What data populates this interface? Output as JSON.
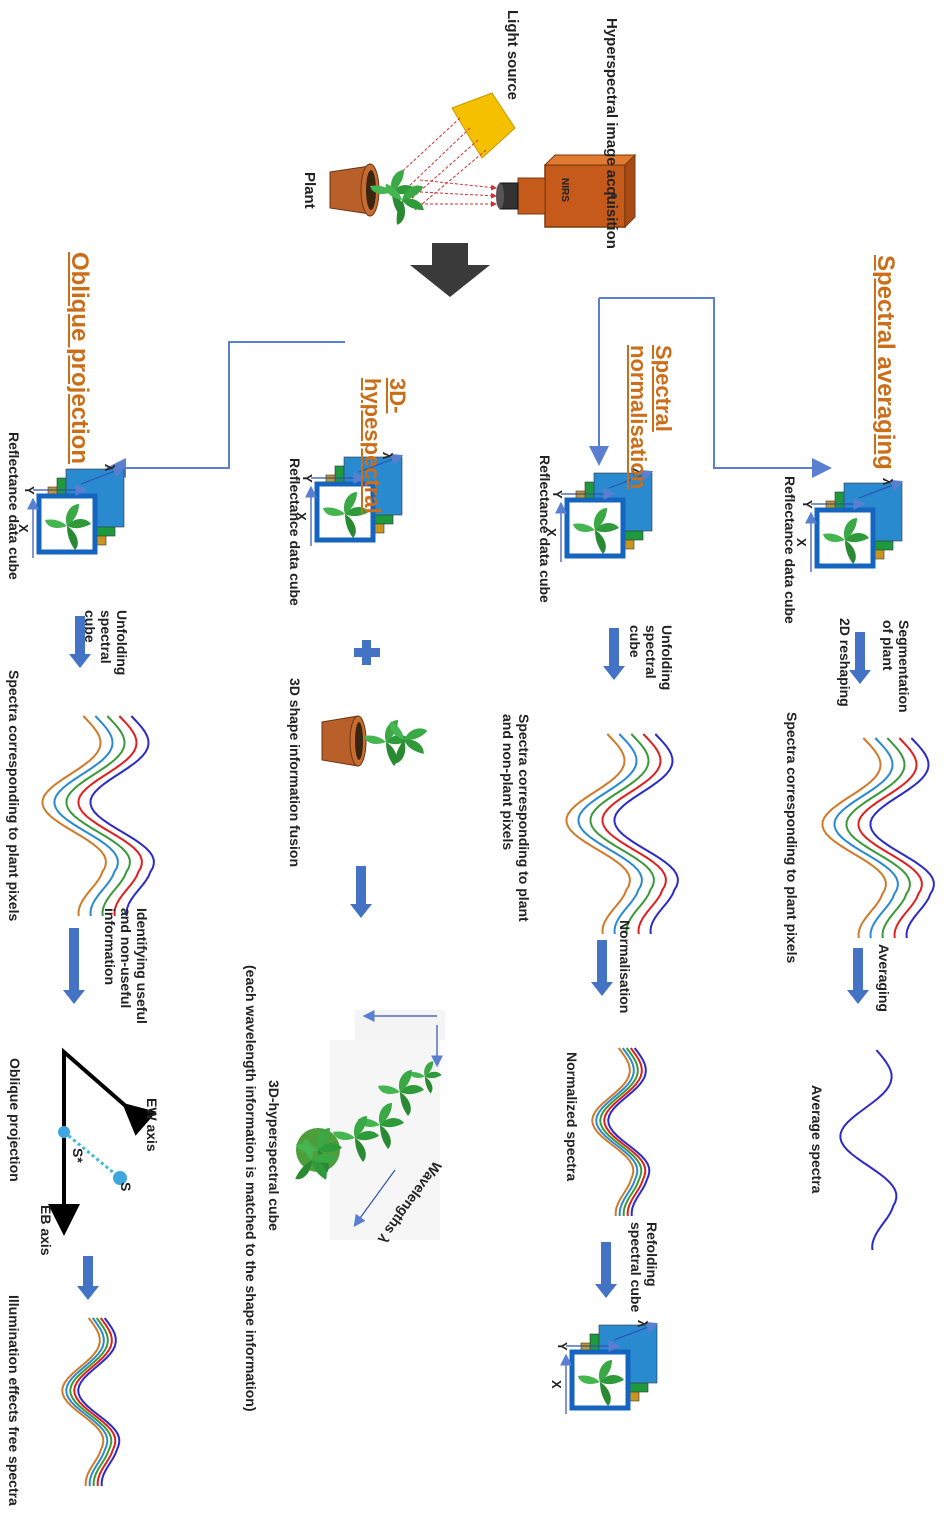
{
  "header": {
    "hyperspectral_acquisition": "Hyperspectral image acquisition",
    "light_source": "Light source",
    "plant": "Plant",
    "camera_label": "NIRS"
  },
  "branches": {
    "spectral_averaging": {
      "title": "Spectral averaging",
      "cube_label": "Reflectance data cube",
      "step1": "Segmentation of plant",
      "step1b": "2D reshaping",
      "spectra_label": "Spectra corresponding to plant pixels",
      "step2": "Averaging",
      "result": "Average spectra"
    },
    "spectral_normalisation": {
      "title": "Spectral normalisation",
      "cube_label": "Reflectance data cube",
      "step1": "Unfolding spectral cube",
      "spectra_label": "Spectra corresponding to plant and non-plant pixels",
      "step2": "Normalisation",
      "normalized_label": "Normalized spectra",
      "step3": "Refolding spectral cube"
    },
    "hyperspectral_3d": {
      "title": "3D-hypespectral",
      "cube_label": "Reflectance data cube",
      "fusion_label": "3D shape information fusion",
      "result_label": "3D-hyperspectral cube",
      "result_note": "(each wavelength information is matched to the shape information)",
      "wavelengths": "Wavelengths λ"
    },
    "oblique_projection": {
      "title": "Oblique projection",
      "cube_label": "Reflectance data cube",
      "step1": "Unfolding spectral cube",
      "spectra_label": "Spectra corresponding to plant pixels",
      "step2": "Identifying useful and non-useful information",
      "projection_label": "Oblique projection",
      "ew_axis": "EW axis",
      "eb_axis": "EB axis",
      "s": "S",
      "s_star": "S*",
      "result": "Illumination effects free spectra"
    }
  },
  "axes": {
    "x": "X",
    "y": "Y",
    "lambda": "λ"
  },
  "colors": {
    "title": "#cc6d18",
    "arrow_blue": "#4472c4",
    "connector": "#5b7fd0",
    "camera": "#c65a1a",
    "light": "#f5c000",
    "pot": "#b9602a",
    "leaf": "#2e9a3a",
    "spectrum_colors": [
      "#2b2bc8",
      "#e02020",
      "#3a9a3a",
      "#2a8ad0",
      "#d07a2a"
    ]
  }
}
